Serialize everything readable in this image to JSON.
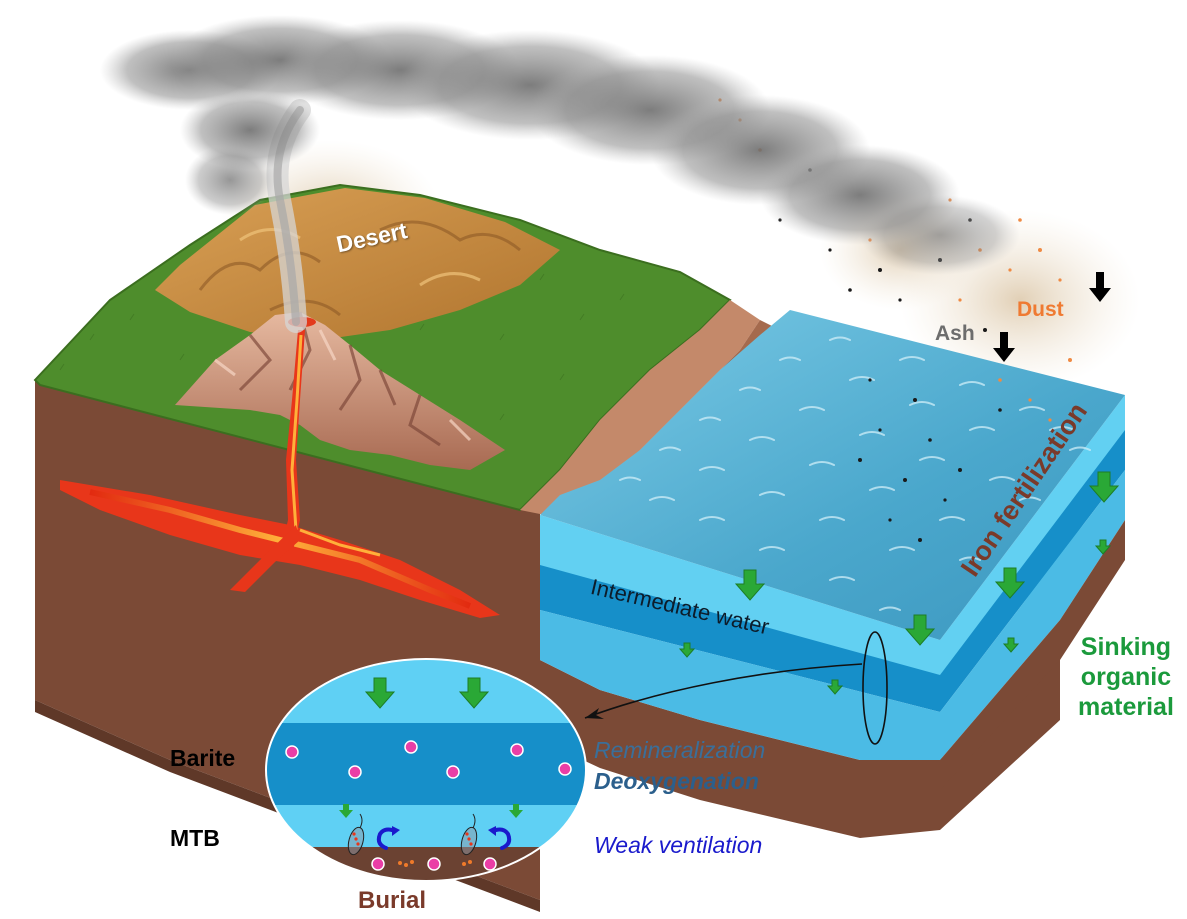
{
  "labels": {
    "desert": "Desert",
    "ash": "Ash",
    "dust": "Dust",
    "iron_fertilization": "Iron fertilization",
    "intermediate_water": "Intermediate water",
    "sinking_organic_material": [
      "Sinking",
      "organic",
      "material"
    ],
    "barite": "Barite",
    "mtb": "MTB",
    "remineralization": "Remineralization",
    "deoxygenation": "Deoxygenation",
    "weak_ventilation": "Weak ventilation",
    "burial": "Burial"
  },
  "colors": {
    "grass": "#4e8d2c",
    "soil": "#7a4a36",
    "desert": "#c98a3c",
    "lava": "#f04a14",
    "ocean_surface": "#5bb6d8",
    "ocean_side": "#62d0f2",
    "intermediate_band": "#168fc9",
    "arrow_green": "#2aa836",
    "ash_label": "#6d6d6d",
    "dust_label": "#ef7a32",
    "iron_label": "#7a3a2a",
    "sinking_label": "#1b9a3c",
    "barite_particle": "#ea3ea6",
    "ventilation_arrow": "#1a1acc"
  }
}
